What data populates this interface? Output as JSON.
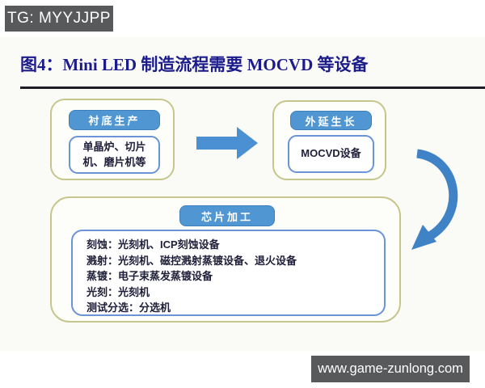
{
  "badges": {
    "top_left": "TG: MYYJJPP",
    "bottom_right": "www.game-zunlong.com"
  },
  "figure": {
    "title": "图4：Mini LED 制造流程需要 MOCVD 等设备"
  },
  "diagram": {
    "nodes": [
      {
        "header": "衬底生产",
        "body": "单晶炉、切片机、磨片机等"
      },
      {
        "header": "外延生长",
        "body": "MOCVD设备"
      },
      {
        "header": "芯片加工",
        "items": [
          "刻蚀：光刻机、ICP刻蚀设备",
          "溅射：光刻机、磁控溅射蒸镀设备、退火设备",
          "蒸镀：电子束蒸发蒸镀设备",
          "光刻：光刻机",
          "测试分选：分选机"
        ]
      }
    ],
    "connectors": [
      {
        "type": "straight-arrow-right",
        "from": "衬底生产",
        "to": "外延生长"
      },
      {
        "type": "curved-arrow-down",
        "from": "外延生长",
        "to": "芯片加工"
      }
    ]
  },
  "colors": {
    "title_text": "#1b1b8c",
    "header_pill_blue": "#4f96d2",
    "arrow_blue": "#4a90d2",
    "curved_arrow_blue": "#3f82c6",
    "container_border_olive": "#c6c68c",
    "inner_box_border_blue": "#6a93d8",
    "badge_background": "#58595b",
    "badge_text": "#ffffff",
    "title_rule": "#1d1d26"
  }
}
